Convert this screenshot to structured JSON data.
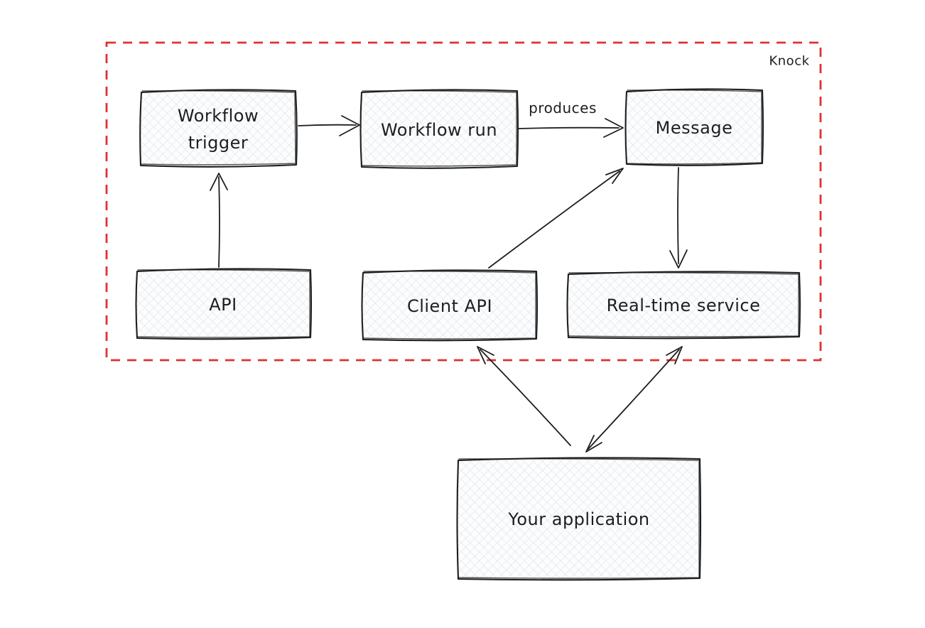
{
  "diagram": {
    "type": "flowchart",
    "container": {
      "label": "Knock"
    },
    "nodes": {
      "workflow_trigger": {
        "label": "Workflow trigger",
        "lines": [
          "Workflow",
          "trigger"
        ]
      },
      "workflow_run": {
        "label": "Workflow run"
      },
      "message": {
        "label": "Message"
      },
      "api": {
        "label": "API"
      },
      "client_api": {
        "label": "Client API"
      },
      "realtime_service": {
        "label": "Real-time service"
      },
      "your_application": {
        "label": "Your application"
      }
    },
    "edges": {
      "produces_label": "produces",
      "list": [
        {
          "from": "Workflow trigger",
          "to": "Workflow run",
          "label": "",
          "direction": "one-way"
        },
        {
          "from": "Workflow run",
          "to": "Message",
          "label": "produces",
          "direction": "one-way"
        },
        {
          "from": "Message",
          "to": "Real-time service",
          "label": "",
          "direction": "one-way"
        },
        {
          "from": "API",
          "to": "Workflow trigger",
          "label": "",
          "direction": "one-way"
        },
        {
          "from": "Client API",
          "to": "Message",
          "label": "",
          "direction": "one-way"
        },
        {
          "from": "Your application",
          "to": "Client API",
          "label": "",
          "direction": "one-way"
        },
        {
          "from": "Your application",
          "to": "Real-time service",
          "label": "",
          "direction": "two-way"
        }
      ]
    },
    "colors": {
      "container_red": "#e03131",
      "stroke": "#1e1e1e",
      "text": "#1e1e1e",
      "hatch": "#dbe0e6",
      "box_fill": "#fcfdfe",
      "background": "#ffffff"
    }
  }
}
